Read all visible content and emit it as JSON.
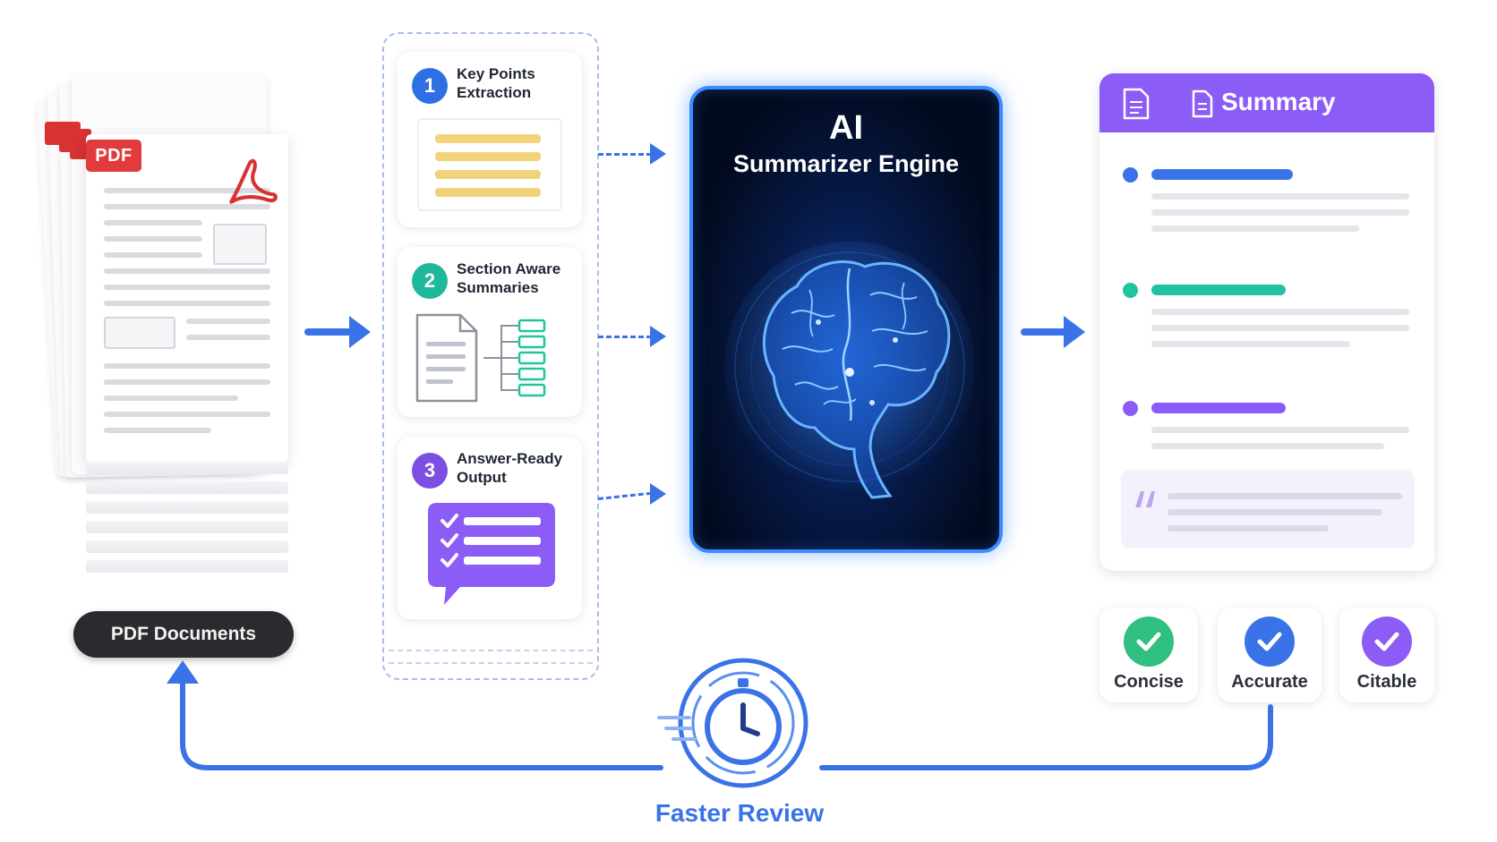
{
  "source": {
    "badge_text": "PDF",
    "label": "PDF Documents"
  },
  "steps": [
    {
      "number": "1",
      "title": "Key Points Extraction",
      "color": "#2f6fe4"
    },
    {
      "number": "2",
      "title": "Section Aware Summaries",
      "color": "#1fb89a"
    },
    {
      "number": "3",
      "title": "Answer-Ready Output",
      "color": "#7b4fe0"
    }
  ],
  "engine": {
    "title": "AI",
    "subtitle": "Summarizer Engine"
  },
  "summary": {
    "title": "Summary",
    "accent": "#8b5cf6",
    "bullet_colors": [
      "#3a73e8",
      "#22c3a0",
      "#8b5cf6"
    ]
  },
  "qualities": [
    {
      "label": "Concise",
      "color": "#2fbf7f"
    },
    {
      "label": "Accurate",
      "color": "#3a73e8"
    },
    {
      "label": "Citable",
      "color": "#8b5cf6"
    }
  ],
  "feedback": {
    "label": "Faster Review",
    "color": "#3a73e8"
  }
}
